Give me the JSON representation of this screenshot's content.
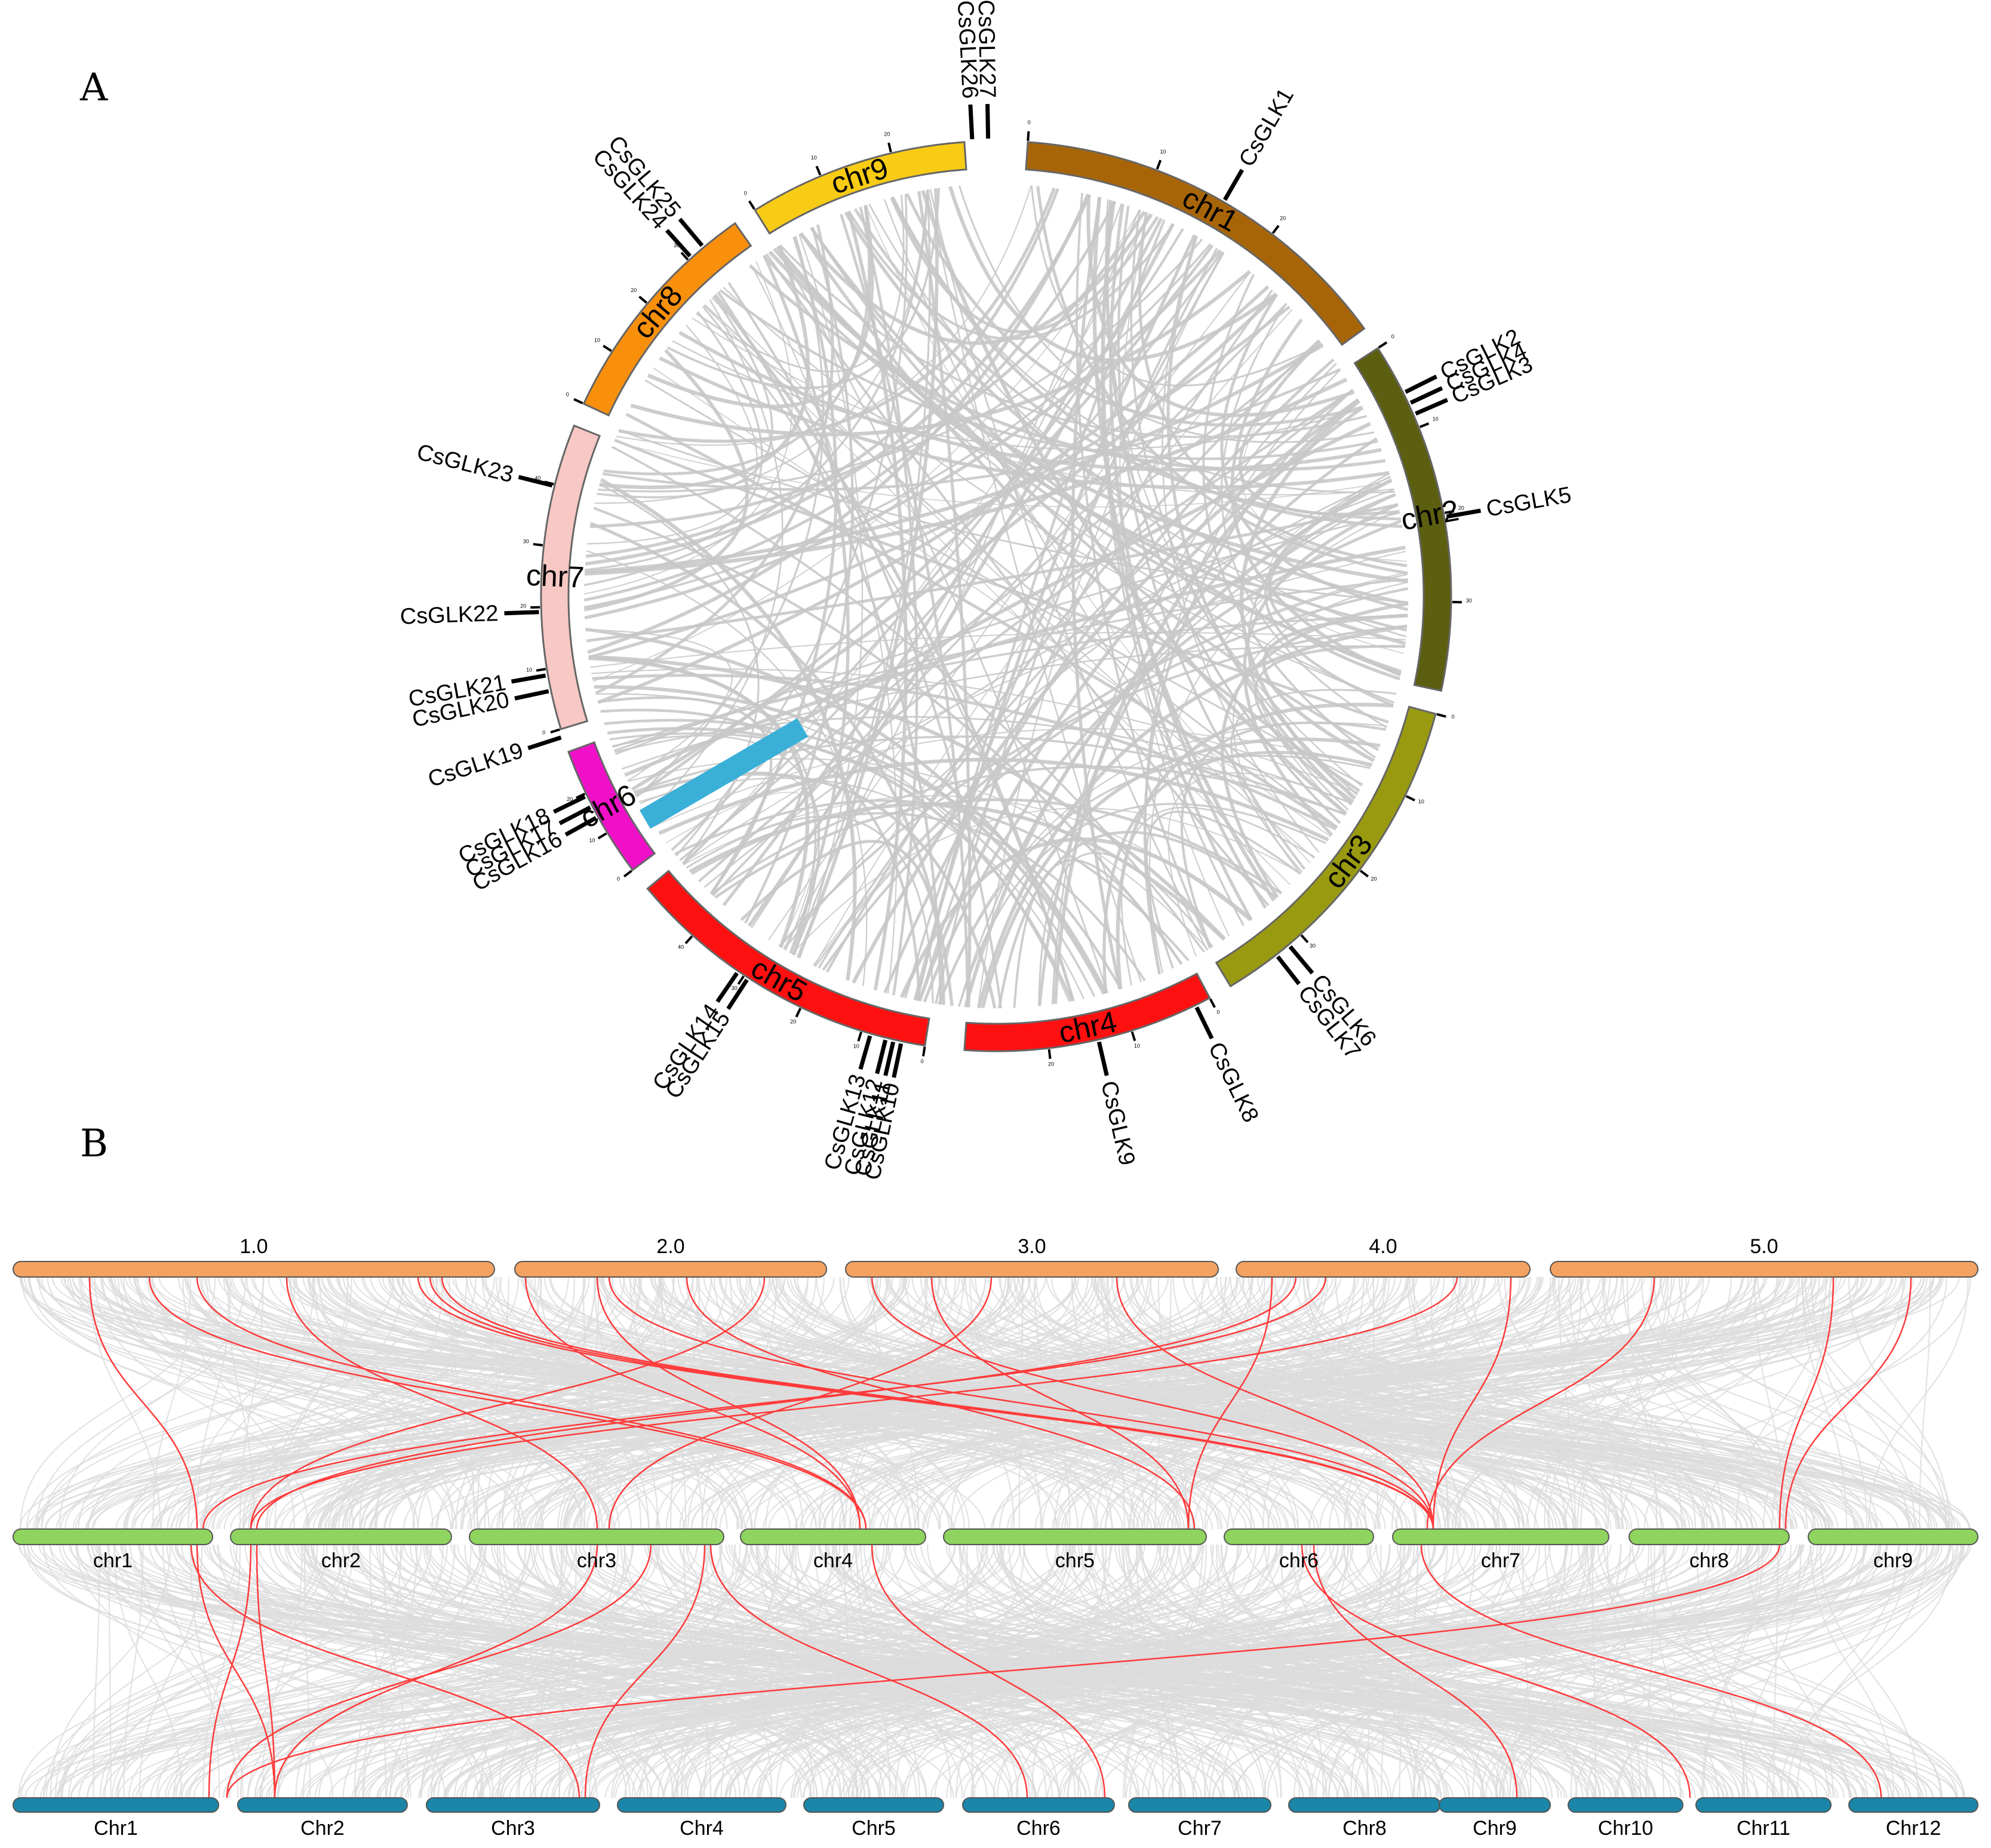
{
  "panels": {
    "a_label": "A",
    "b_label": "B"
  },
  "colors": {
    "background_link": "#c8c8c8",
    "highlight_link": "#3ab0d8",
    "synteny_red": "#ff3b3b",
    "synteny_gray": "#dcdcdc",
    "row_top": "#f4a261",
    "row_mid": "#8fd45e",
    "row_bottom": "#1a86a8"
  },
  "circos": {
    "chromosomes": [
      {
        "name": "chr1",
        "color": "#a86508",
        "tick_labels": [
          "0",
          "10",
          "20"
        ]
      },
      {
        "name": "chr2",
        "color": "#5c5e10",
        "tick_labels": [
          "0",
          "10",
          "20",
          "30"
        ]
      },
      {
        "name": "chr3",
        "color": "#999a10",
        "tick_labels": [
          "0",
          "10",
          "20",
          "30"
        ]
      },
      {
        "name": "chr4",
        "color": "#ff1010",
        "tick_labels": [
          "0",
          "10",
          "20"
        ]
      },
      {
        "name": "chr5",
        "color": "#ff1010",
        "tick_labels": [
          "0",
          "10",
          "20",
          "30",
          "40"
        ]
      },
      {
        "name": "chr6",
        "color": "#f010c8",
        "tick_labels": [
          "0",
          "10",
          "20"
        ]
      },
      {
        "name": "chr7",
        "color": "#f8c8c4",
        "tick_labels": [
          "0",
          "10",
          "20",
          "30",
          "40"
        ]
      },
      {
        "name": "chr8",
        "color": "#f8900c",
        "tick_labels": [
          "0",
          "10",
          "20",
          "30"
        ]
      },
      {
        "name": "chr9",
        "color": "#f8cc14",
        "tick_labels": [
          "0",
          "10",
          "20"
        ]
      }
    ],
    "genes": [
      "CsGLK1",
      "CsGLK2",
      "CsGLK4",
      "CsGLK3",
      "CsGLK5",
      "CsGLK6",
      "CsGLK7",
      "CsGLK8",
      "CsGLK9",
      "CsGLK10",
      "CsGLK11",
      "CsGLK12",
      "CsGLK13",
      "CsGLK15",
      "CsGLK14",
      "CsGLK16",
      "CsGLK17",
      "CsGLK18",
      "CsGLK19",
      "CsGLK20",
      "CsGLK21",
      "CsGLK22",
      "CsGLK23",
      "CsGLK24",
      "CsGLK25",
      "CsGLK26",
      "CsGLK27"
    ]
  },
  "synteny": {
    "top_row": [
      "1.0",
      "2.0",
      "3.0",
      "4.0",
      "5.0"
    ],
    "middle_row": [
      "chr1",
      "chr2",
      "chr3",
      "chr4",
      "chr5",
      "chr6",
      "chr7",
      "chr8",
      "chr9"
    ],
    "bottom_row": [
      "Chr1",
      "Chr2",
      "Chr3",
      "Chr4",
      "Chr5",
      "Chr6",
      "Chr7",
      "Chr8",
      "Chr9",
      "Chr10",
      "Chr11",
      "Chr12"
    ]
  }
}
